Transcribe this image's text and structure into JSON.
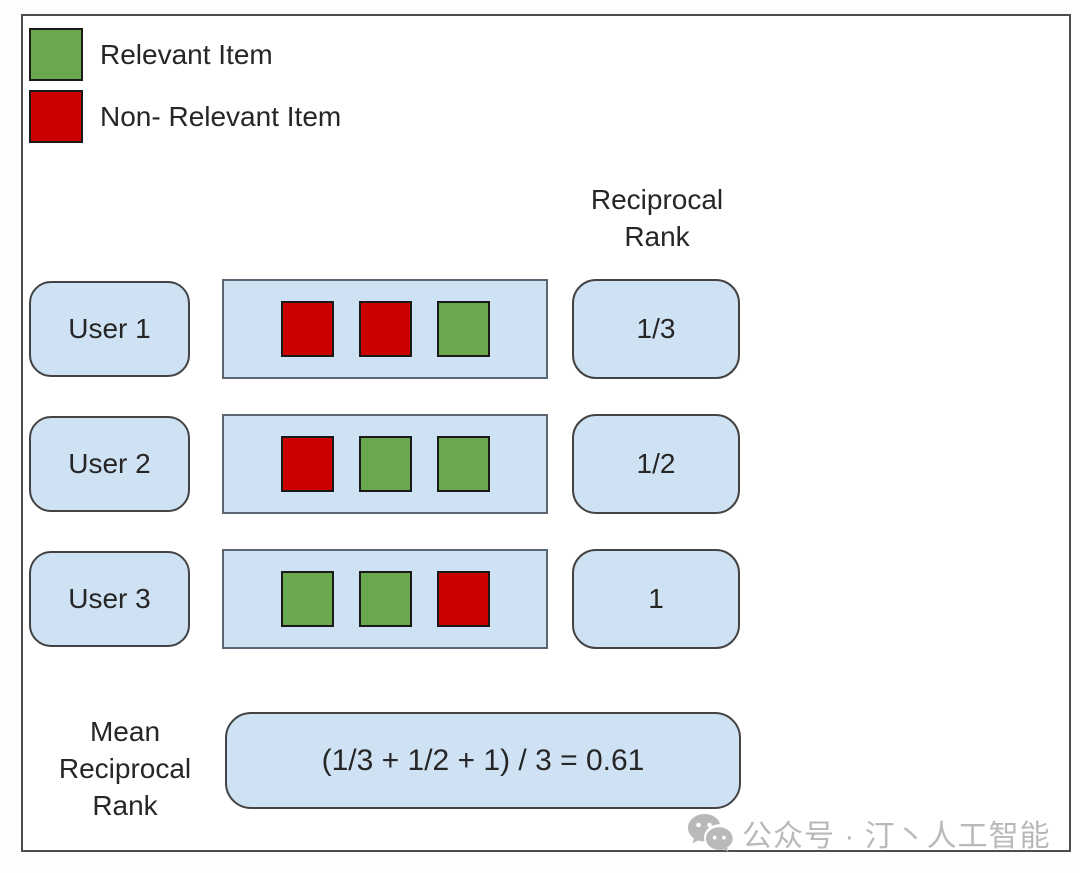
{
  "colors": {
    "relevant": "#6aa84f",
    "non_relevant": "#cc0000",
    "panel_fill": "#cfe2f3",
    "panel_border": "#434343",
    "items_box_border": "#5c6670",
    "square_border": "#1a1a1a",
    "frame_border": "#4c4c4c",
    "text": "#262626",
    "watermark": "#b9b9b9"
  },
  "legend": {
    "items": [
      {
        "type": "relevant",
        "label": "Relevant Item"
      },
      {
        "type": "non_relevant",
        "label": "Non- Relevant Item"
      }
    ]
  },
  "column_header": {
    "line1": "Reciprocal",
    "line2": "Rank"
  },
  "rows": [
    {
      "user": "User 1",
      "items": [
        "non_relevant",
        "non_relevant",
        "relevant"
      ],
      "reciprocal_rank": "1/3"
    },
    {
      "user": "User 2",
      "items": [
        "non_relevant",
        "relevant",
        "relevant"
      ],
      "reciprocal_rank": "1/2"
    },
    {
      "user": "User 3",
      "items": [
        "relevant",
        "relevant",
        "non_relevant"
      ],
      "reciprocal_rank": "1"
    }
  ],
  "summary": {
    "label_lines": [
      "Mean",
      "Reciprocal",
      "Rank"
    ],
    "formula": "(1/3 + 1/2 + 1) / 3 = 0.61"
  },
  "watermark": {
    "icon": "wechat-icon",
    "text": "公众号 · 汀丶人工智能"
  }
}
